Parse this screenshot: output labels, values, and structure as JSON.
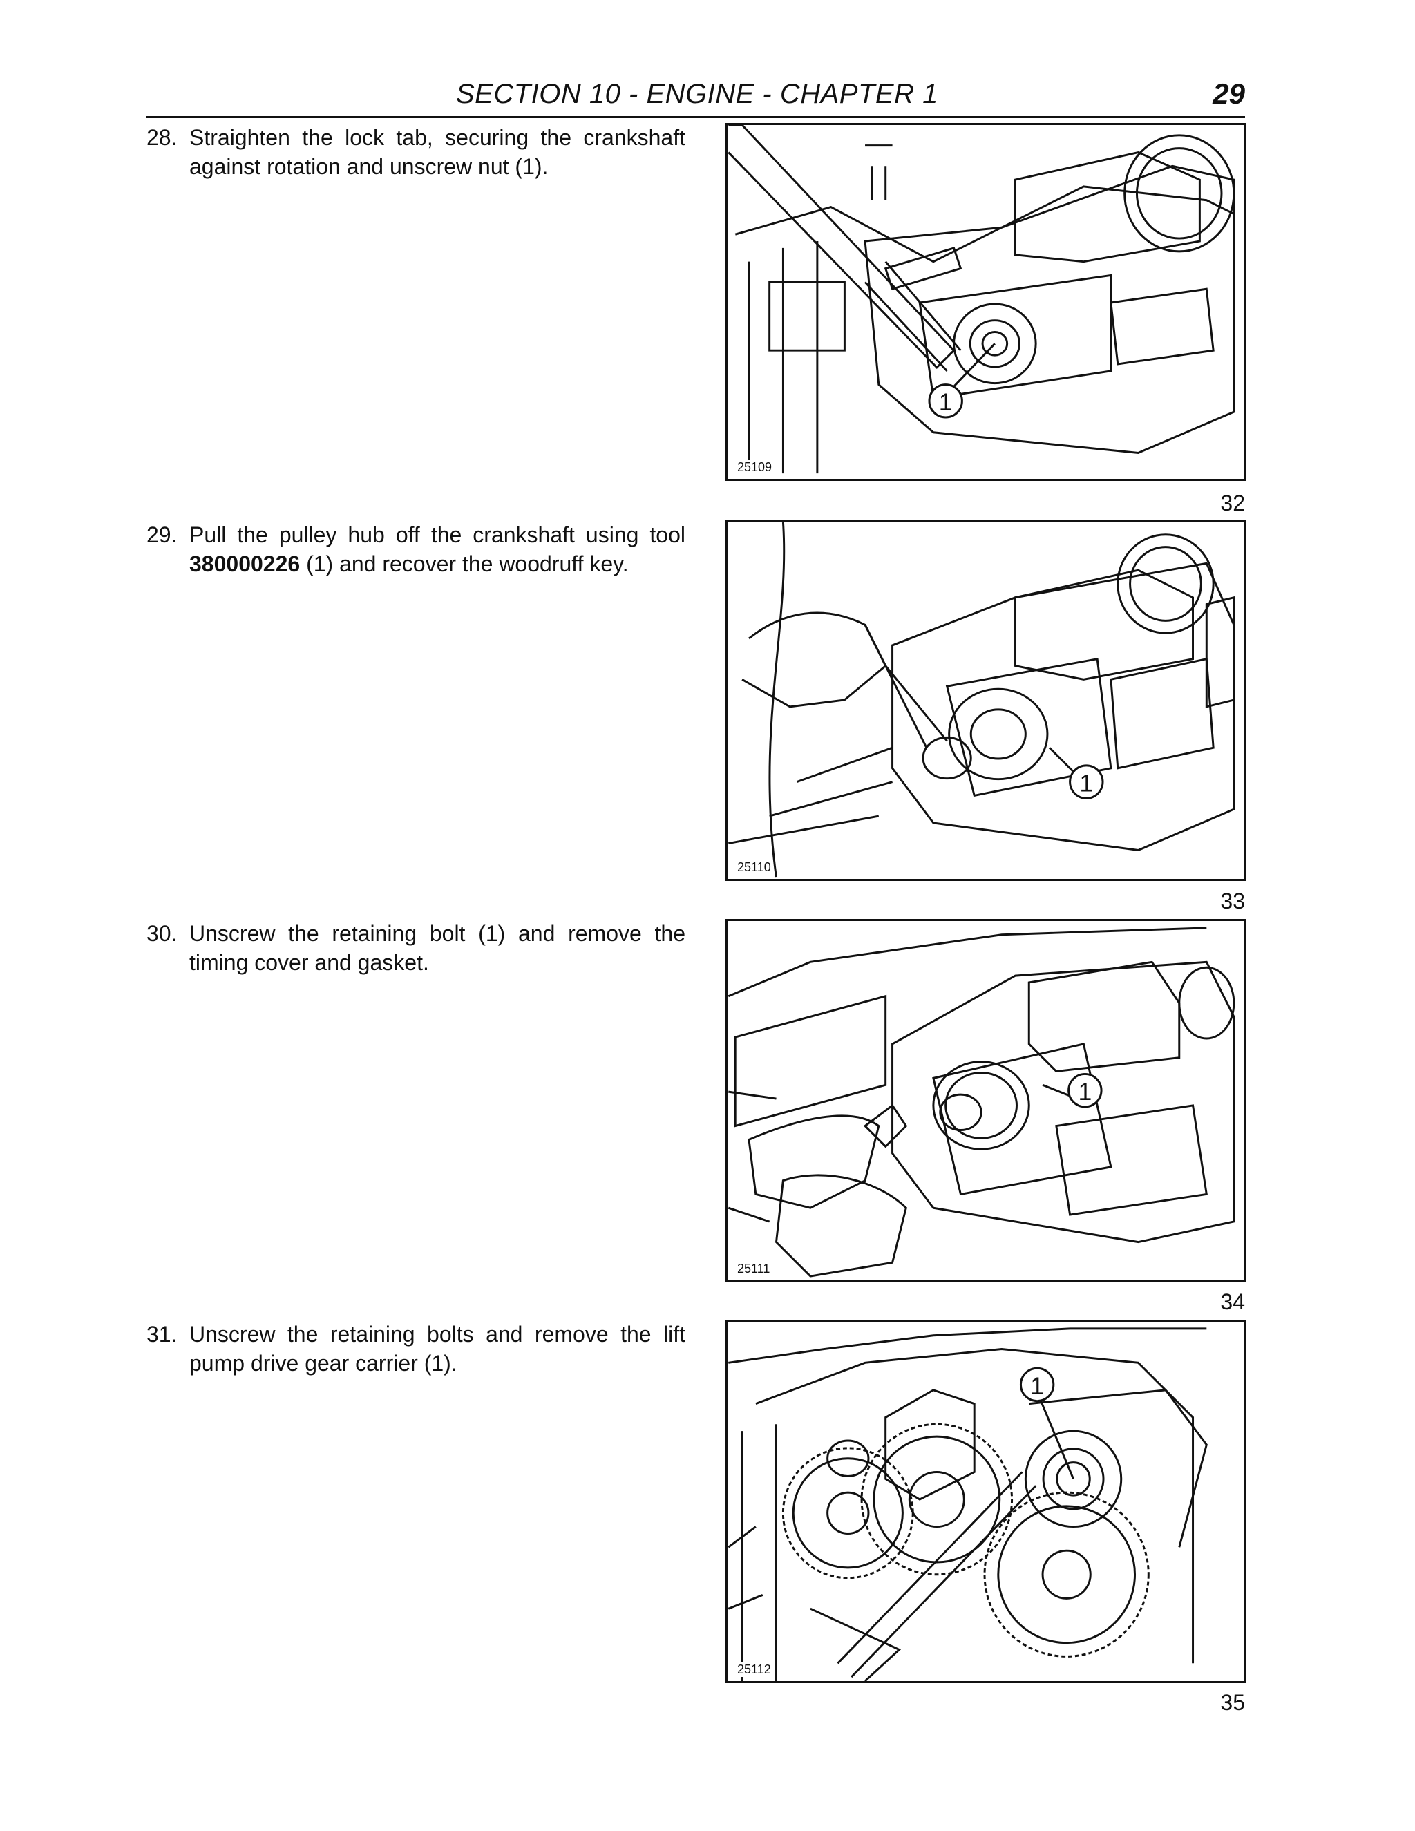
{
  "header": {
    "section_title": "SECTION 10 - ENGINE - CHAPTER 1",
    "page_number": "29"
  },
  "steps": [
    {
      "number": "28.",
      "text": "Straighten the lock tab, securing the crankshaft against rotation and unscrew nut (1).",
      "figure": {
        "code": "25109",
        "number": "32",
        "callout": "1",
        "icon": "wrench-on-crankshaft-nut-illustration"
      }
    },
    {
      "number": "29.",
      "text_before": "Pull the pulley hub off the crankshaft using tool ",
      "tool": "380000226",
      "text_after": " (1) and recover the woodruff key.",
      "figure": {
        "code": "25110",
        "number": "33",
        "callout": "1",
        "icon": "puller-on-pulley-hub-illustration"
      }
    },
    {
      "number": "30.",
      "text": "Unscrew the retaining bolt (1) and remove the timing cover and gasket.",
      "figure": {
        "code": "25111",
        "number": "34",
        "callout": "1",
        "icon": "impact-wrench-timing-cover-illustration"
      }
    },
    {
      "number": "31.",
      "text": "Unscrew the retaining bolts and remove the lift pump drive gear carrier (1).",
      "figure": {
        "code": "25112",
        "number": "35",
        "callout": "1",
        "icon": "timing-gears-drive-carrier-illustration"
      }
    }
  ]
}
